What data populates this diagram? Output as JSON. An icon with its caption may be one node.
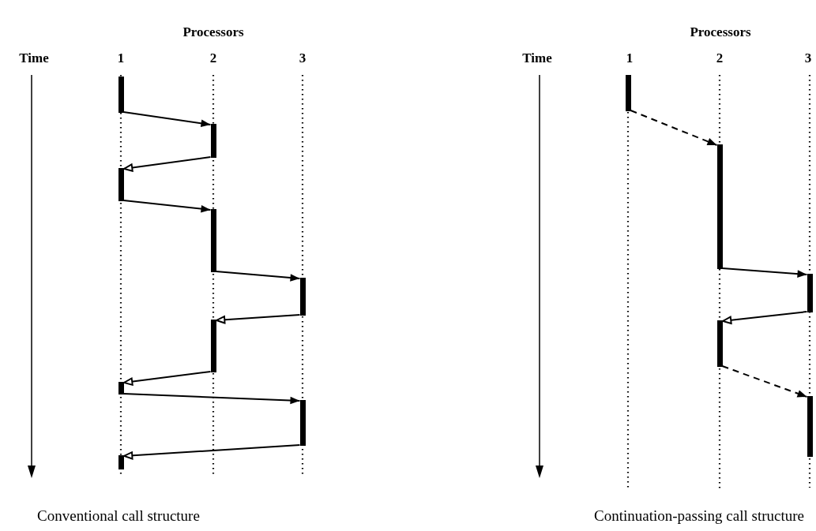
{
  "diagram": {
    "nodes": [
      {
        "text": [],
        "shape": "bar"
      },
      {
        "text": [],
        "shape": "bar"
      },
      {
        "text": [],
        "shape": "bar"
      },
      {
        "text": [],
        "shape": "bar"
      },
      {
        "text": [],
        "shape": "bar"
      },
      {
        "text": [],
        "shape": "bar"
      },
      {
        "text": [],
        "shape": "bar"
      },
      {
        "text": [],
        "shape": "bar"
      },
      {
        "text": [],
        "shape": "bar"
      },
      {
        "text": [],
        "shape": "bar"
      },
      {
        "text": [],
        "shape": "bar"
      },
      {
        "text": [],
        "shape": "bar"
      },
      {
        "text": [],
        "shape": "bar"
      },
      {
        "text": [],
        "shape": "bar"
      }
    ],
    "edges": [
      {
        "from": 0,
        "to": 1,
        "arrow": "to"
      },
      {
        "from": 1,
        "to": 2,
        "arrow": "to"
      },
      {
        "from": 2,
        "to": 3,
        "arrow": "to"
      },
      {
        "from": 3,
        "to": 4,
        "arrow": "to"
      },
      {
        "from": 4,
        "to": 5,
        "arrow": "to"
      },
      {
        "from": 5,
        "to": 6,
        "arrow": "to"
      },
      {
        "from": 6,
        "to": 7,
        "arrow": "to"
      },
      {
        "from": 7,
        "to": 8,
        "arrow": "to"
      },
      {
        "from": 9,
        "to": 10,
        "arrow": "to",
        "style": "dashed"
      },
      {
        "from": 10,
        "to": 11,
        "arrow": "to"
      },
      {
        "from": 11,
        "to": 12,
        "arrow": "to"
      },
      {
        "from": 12,
        "to": 13,
        "arrow": "to",
        "style": "dashed"
      }
    ],
    "labels": [
      "Processors",
      "Processors",
      "Time",
      "1",
      "2",
      "3",
      "Time",
      "1",
      "2",
      "3",
      "Conventional call structure",
      "Continuation-passing call structure"
    ]
  }
}
